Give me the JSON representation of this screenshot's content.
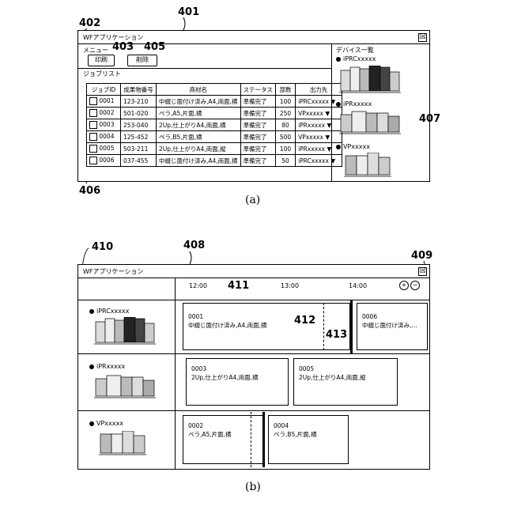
{
  "figure_a": {
    "caption": "(a)",
    "refs": {
      "r401": "401",
      "r402": "402",
      "r403": "403",
      "r405": "405",
      "r406": "406",
      "r407": "407"
    },
    "window_title": "WFアプリケーション",
    "close_glyph": "☒",
    "menu_label": "メニュー",
    "print_button": "印刷",
    "delete_button": "削除",
    "joblist_label": "ジョブリスト",
    "device_list_label": "デバイス一覧",
    "columns": [
      "ジョブID",
      "成果物番号",
      "商材名",
      "ステータス",
      "部数",
      "出力先"
    ],
    "rows": [
      {
        "id": "0001",
        "product": "123-210",
        "name": "中綴じ面付け済み,A4,両面,横",
        "status": "準備完了",
        "copies": "100",
        "dest": "iPRCxxxxx"
      },
      {
        "id": "0002",
        "product": "501-020",
        "name": "ペラ,A5,片面,横",
        "status": "準備完了",
        "copies": "250",
        "dest": "VPxxxxx"
      },
      {
        "id": "0003",
        "product": "253-040",
        "name": "2Up,仕上がりA4,両面,横",
        "status": "準備完了",
        "copies": "80",
        "dest": "iPRxxxxx"
      },
      {
        "id": "0004",
        "product": "125-452",
        "name": "ペラ,B5,片面,横",
        "status": "準備完了",
        "copies": "500",
        "dest": "VPxxxxx"
      },
      {
        "id": "0005",
        "product": "503-211",
        "name": "2Up,仕上がりA4,両面,縦",
        "status": "準備完了",
        "copies": "100",
        "dest": "iPRxxxxx"
      },
      {
        "id": "0006",
        "product": "037-455",
        "name": "中綴じ面付け済み,A4,両面,横",
        "status": "準備完了",
        "copies": "50",
        "dest": "iPRCxxxxx"
      }
    ],
    "dropdown_glyph": "▼",
    "devices": [
      "iPRCxxxxx",
      "iPRxxxxx",
      "VPxxxxx"
    ]
  },
  "figure_b": {
    "caption": "(b)",
    "refs": {
      "r408": "408",
      "r409": "409",
      "r410": "410",
      "r411": "411",
      "r412": "412",
      "r413": "413"
    },
    "window_title": "WFアプリケーション",
    "close_glyph": "☒",
    "times": [
      "12:00",
      "13:00",
      "14:00"
    ],
    "zoom_in": "+",
    "zoom_out": "−",
    "devices": [
      "iPRCxxxxx",
      "iPRxxxxx",
      "VPxxxxx"
    ],
    "jobs": [
      {
        "id": "0001",
        "desc": "中綴じ面付け済み,A4,両面,横"
      },
      {
        "id": "0006",
        "desc": "中綴じ面付け済み,..."
      },
      {
        "id": "0003",
        "desc": "2Up,仕上がりA4,両面,横"
      },
      {
        "id": "0005",
        "desc": "2Up,仕上がりA4,両面,縦"
      },
      {
        "id": "0002",
        "desc": "ペラ,A5,片面,横"
      },
      {
        "id": "0004",
        "desc": "ペラ,B5,片面,横"
      }
    ]
  }
}
